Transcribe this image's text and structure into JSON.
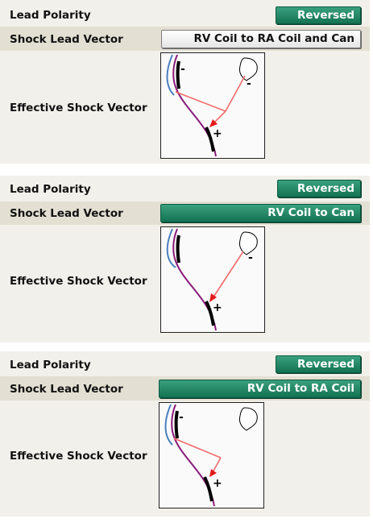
{
  "panels": [
    {
      "polarity_label": "Lead Polarity",
      "polarity_value": "Reversed",
      "vector_label": "Shock Lead Vector",
      "vector_value": "RV Coil to RA Coil and Can",
      "effective_label": "Effective Shock Vector",
      "minus_sign": "-",
      "plus_sign": "+"
    },
    {
      "polarity_label": "Lead Polarity",
      "polarity_value": "Reversed",
      "vector_label": "Shock Lead Vector",
      "vector_value": "RV Coil to Can",
      "effective_label": "Effective Shock Vector",
      "minus_sign": "-",
      "plus_sign": "+"
    },
    {
      "polarity_label": "Lead Polarity",
      "polarity_value": "Reversed",
      "vector_label": "Shock Lead Vector",
      "vector_value": "RV Coil to RA Coil",
      "effective_label": "Effective Shock Vector",
      "minus_sign": "-",
      "plus_sign": "+"
    }
  ],
  "colors": {
    "button_green": "#137253",
    "row_shade": "#e3dfd3",
    "panel_bg": "#f2f0ea",
    "lead_purple": "#8b1a7a",
    "lead_blue": "#4a7fbf",
    "vector_arrow": "#f26b6b"
  }
}
